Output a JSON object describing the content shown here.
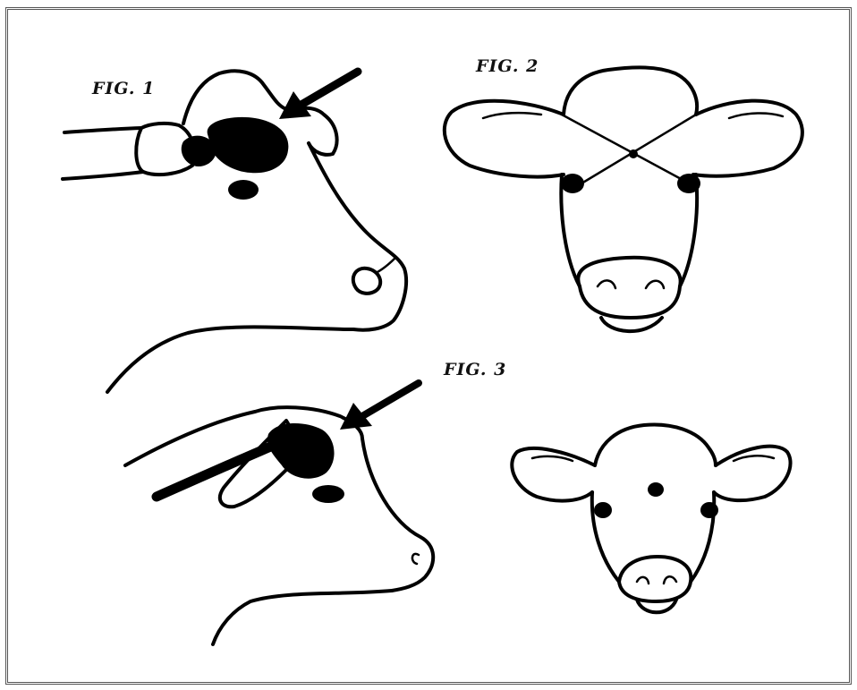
{
  "figures": [
    {
      "label": "FIG. 1"
    },
    {
      "label": "FIG. 2"
    },
    {
      "label": "FIG. 3"
    }
  ],
  "colors": {
    "ink": "#000000",
    "paper": "#ffffff",
    "frame": "#555555"
  }
}
